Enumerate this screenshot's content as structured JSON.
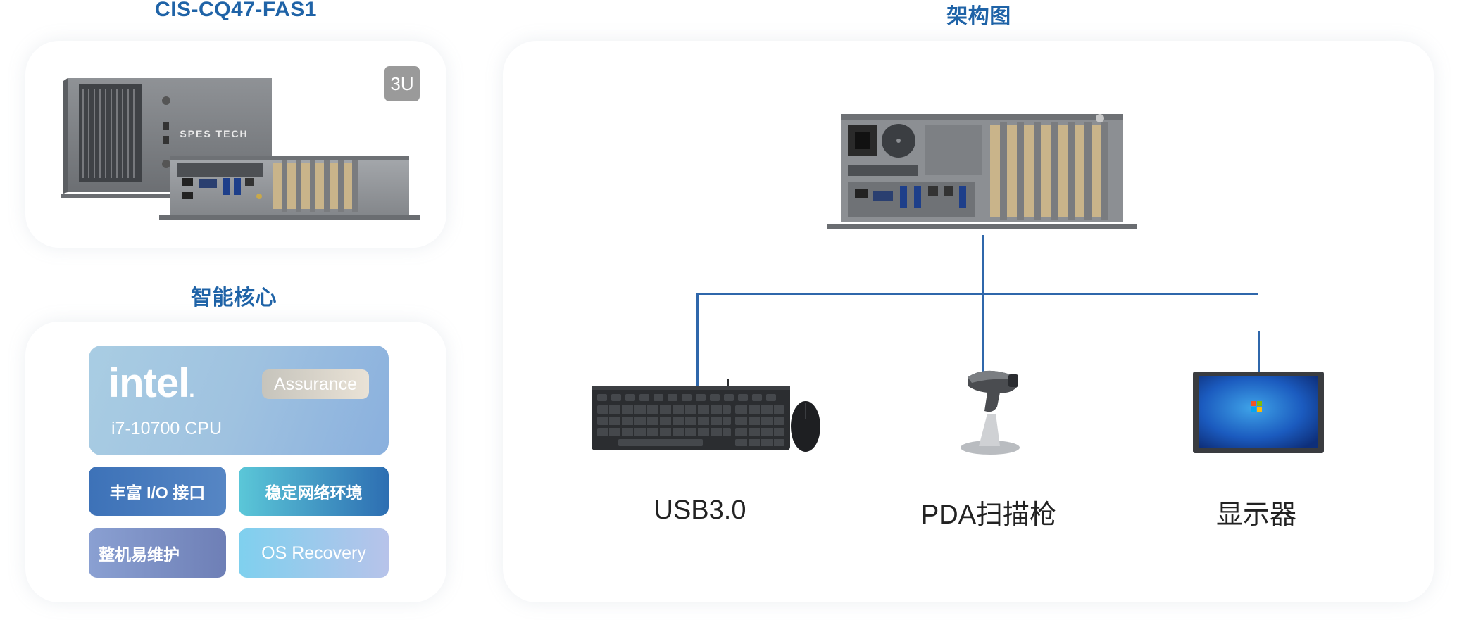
{
  "left": {
    "model_title": "CIS-CQ47-FAS1",
    "rack_badge": "3U",
    "product_brand": "SPES TECH",
    "core_title": "智能核心",
    "intel": {
      "logo": "intel",
      "assurance": "Assurance",
      "cpu": "i7-10700 CPU"
    },
    "features": [
      "丰富 I/O 接口",
      "稳定网络环境",
      "整机易维护",
      "OS Recovery"
    ]
  },
  "right": {
    "title": "架构图",
    "devices": [
      {
        "label": "USB3.0",
        "icon": "keyboard-mouse-icon"
      },
      {
        "label": "PDA扫描枪",
        "icon": "barcode-scanner-icon"
      },
      {
        "label": "显示器",
        "icon": "monitor-icon"
      }
    ]
  },
  "colors": {
    "accent": "#1f63a7",
    "connector": "#2f67ab"
  }
}
